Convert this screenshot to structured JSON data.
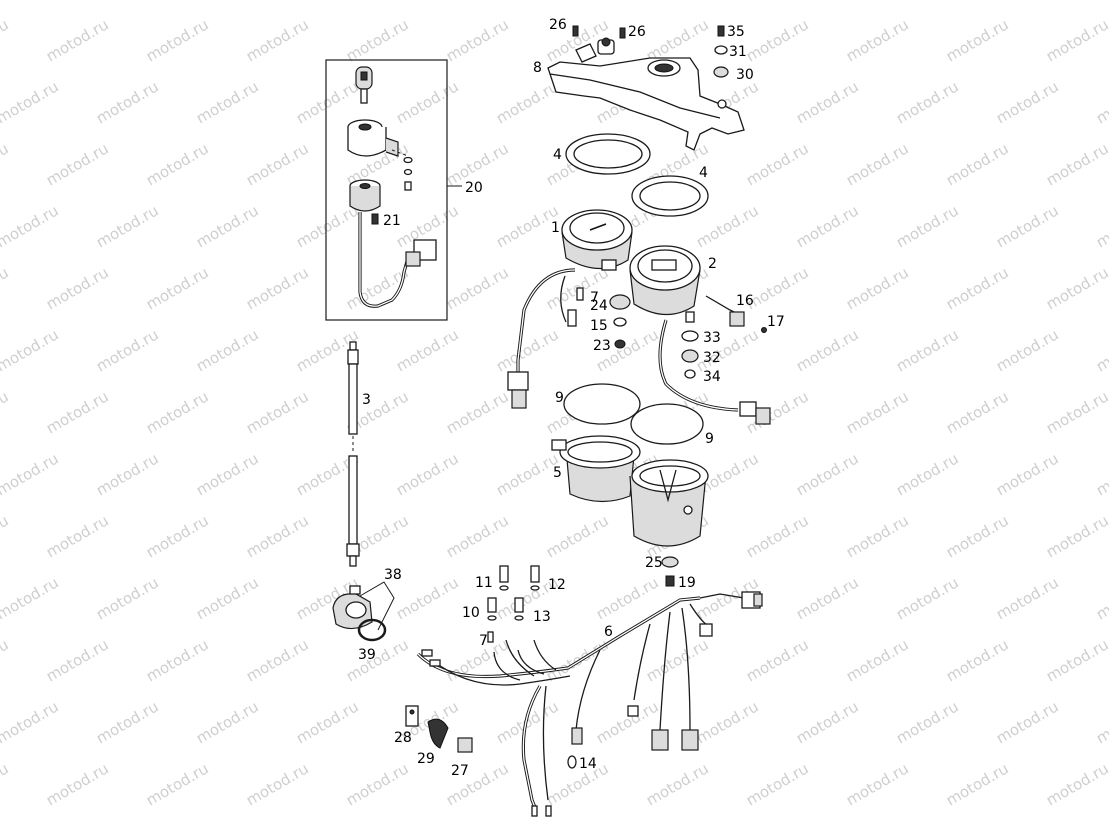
{
  "watermark": "motod.ru",
  "callouts": [
    {
      "id": "c26a",
      "text": "26"
    },
    {
      "id": "c26b",
      "text": "26"
    },
    {
      "id": "c35",
      "text": "35"
    },
    {
      "id": "c31",
      "text": "31"
    },
    {
      "id": "c30",
      "text": "30"
    },
    {
      "id": "c8",
      "text": "8"
    },
    {
      "id": "c4a",
      "text": "4"
    },
    {
      "id": "c4b",
      "text": "4"
    },
    {
      "id": "c20",
      "text": "20"
    },
    {
      "id": "c21",
      "text": "21"
    },
    {
      "id": "c1",
      "text": "1"
    },
    {
      "id": "c2",
      "text": "2"
    },
    {
      "id": "c7a",
      "text": "7"
    },
    {
      "id": "c24",
      "text": "24"
    },
    {
      "id": "c15",
      "text": "15"
    },
    {
      "id": "c23",
      "text": "23"
    },
    {
      "id": "c16",
      "text": "16"
    },
    {
      "id": "c17",
      "text": "17"
    },
    {
      "id": "c33",
      "text": "33"
    },
    {
      "id": "c32",
      "text": "32"
    },
    {
      "id": "c34",
      "text": "34"
    },
    {
      "id": "c3",
      "text": "3"
    },
    {
      "id": "c9a",
      "text": "9"
    },
    {
      "id": "c9b",
      "text": "9"
    },
    {
      "id": "c5",
      "text": "5"
    },
    {
      "id": "c25",
      "text": "25"
    },
    {
      "id": "c19",
      "text": "19"
    },
    {
      "id": "c38",
      "text": "38"
    },
    {
      "id": "c39",
      "text": "39"
    },
    {
      "id": "c11",
      "text": "11"
    },
    {
      "id": "c12",
      "text": "12"
    },
    {
      "id": "c10",
      "text": "10"
    },
    {
      "id": "c13",
      "text": "13"
    },
    {
      "id": "c7b",
      "text": "7"
    },
    {
      "id": "c6",
      "text": "6"
    },
    {
      "id": "c28",
      "text": "28"
    },
    {
      "id": "c29",
      "text": "29"
    },
    {
      "id": "c27",
      "text": "27"
    },
    {
      "id": "c14",
      "text": "14"
    }
  ]
}
